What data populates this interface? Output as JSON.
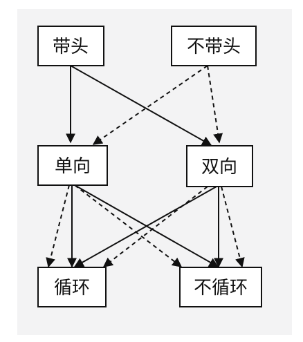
{
  "diagram": {
    "nodes": [
      {
        "id": "with_head",
        "label": "带头"
      },
      {
        "id": "no_head",
        "label": "不带头"
      },
      {
        "id": "singly",
        "label": "单向"
      },
      {
        "id": "doubly",
        "label": "双向"
      },
      {
        "id": "circular",
        "label": "循环"
      },
      {
        "id": "non_circular",
        "label": "不循环"
      }
    ],
    "edges": [
      {
        "from": "with_head",
        "to": "singly",
        "style": "solid"
      },
      {
        "from": "with_head",
        "to": "doubly",
        "style": "solid"
      },
      {
        "from": "no_head",
        "to": "singly",
        "style": "dashed"
      },
      {
        "from": "no_head",
        "to": "doubly",
        "style": "dashed"
      },
      {
        "from": "singly",
        "to": "circular",
        "style": "solid"
      },
      {
        "from": "singly",
        "to": "non_circular",
        "style": "solid"
      },
      {
        "from": "singly",
        "to": "circular",
        "style": "dashed"
      },
      {
        "from": "singly",
        "to": "non_circular",
        "style": "dashed"
      },
      {
        "from": "doubly",
        "to": "circular",
        "style": "solid"
      },
      {
        "from": "doubly",
        "to": "non_circular",
        "style": "solid"
      },
      {
        "from": "doubly",
        "to": "circular",
        "style": "dashed"
      },
      {
        "from": "doubly",
        "to": "non_circular",
        "style": "dashed"
      }
    ],
    "colors": {
      "stroke": "#111111",
      "box_fill": "#ffffff",
      "panel": "#f3f3f4"
    }
  }
}
